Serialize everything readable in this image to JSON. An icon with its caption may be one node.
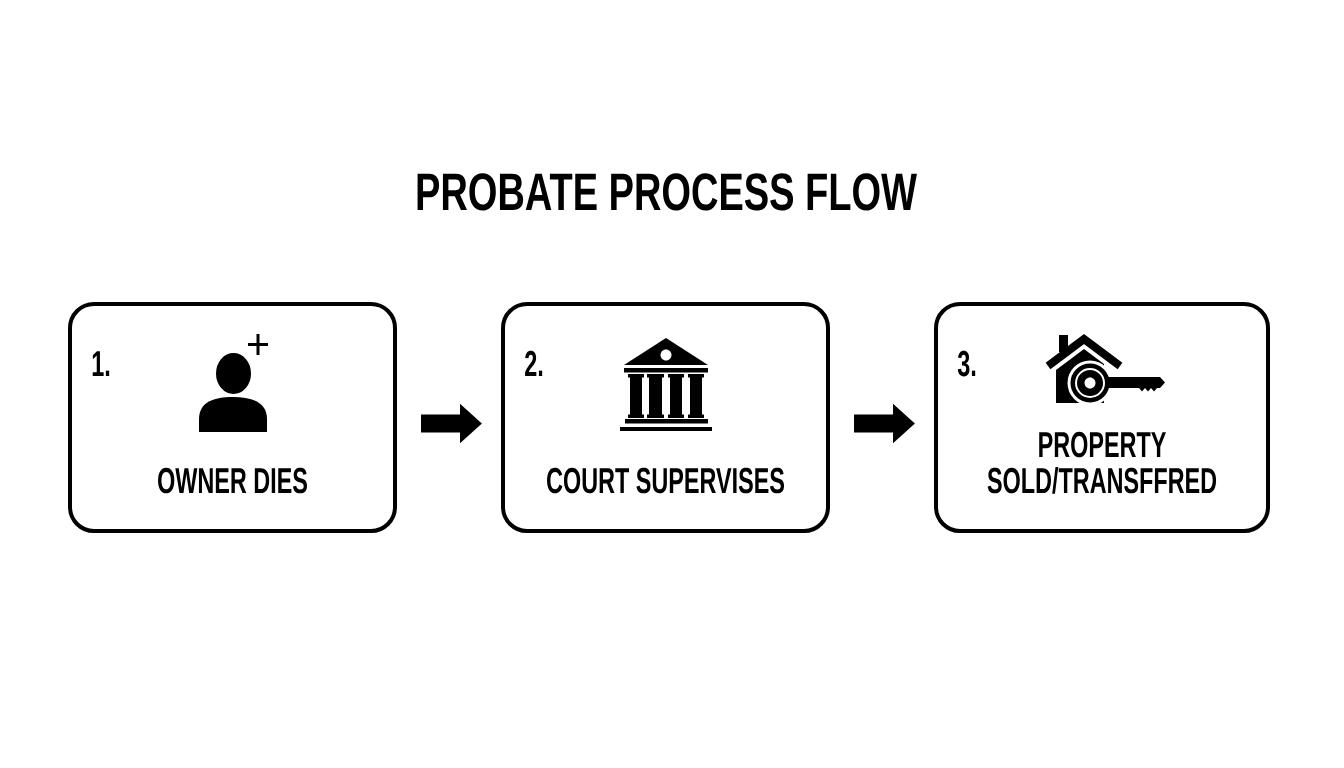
{
  "diagram": {
    "title": "PROBATE PROCESS FLOW",
    "nodes": [
      {
        "text": [
          "1.",
          "OWNER DIES"
        ]
      },
      {
        "text": [
          "2.",
          "COURT SUPERVISES"
        ]
      },
      {
        "text": [
          "3.",
          "PROPERTY SOLD/TRANSFFRED"
        ]
      }
    ],
    "edges": [
      {
        "from": 0,
        "to": 1,
        "arrow": "to"
      },
      {
        "from": 1,
        "to": 2,
        "arrow": "to"
      }
    ]
  }
}
